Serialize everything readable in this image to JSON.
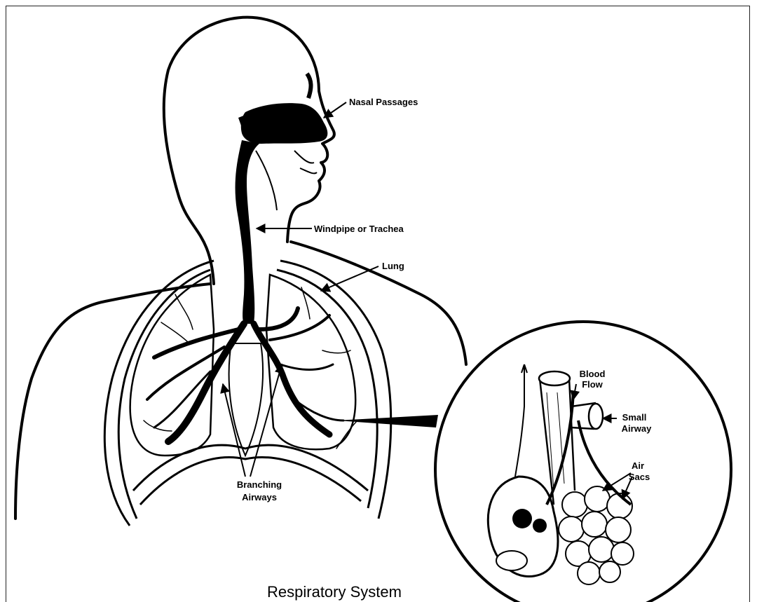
{
  "title": "Respiratory System",
  "labels": {
    "nasal_passages": "Nasal Passages",
    "windpipe": "Windpipe or Trachea",
    "lung": "Lung",
    "branching_airways_1": "Branching",
    "branching_airways_2": "Airways",
    "blood_flow_1": "Blood",
    "blood_flow_2": "Flow",
    "small_airway_1": "Small",
    "small_airway_2": "Airway",
    "air_sacs_1": "Air",
    "air_sacs_2": "Sacs"
  },
  "colors": {
    "ink": "#000000",
    "paper": "#ffffff"
  }
}
